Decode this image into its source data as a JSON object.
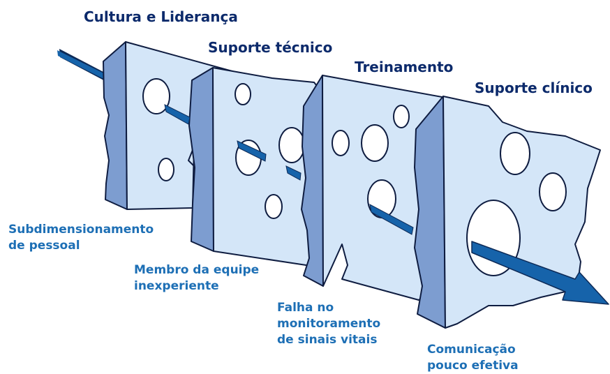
{
  "layers": [
    {
      "title": "Cultura e Liderança"
    },
    {
      "title": "Suporte técnico"
    },
    {
      "title": "Treinamento"
    },
    {
      "title": "Suporte clínico"
    }
  ],
  "failures": [
    {
      "lines": [
        "Subdimensionamento",
        "de pessoal"
      ]
    },
    {
      "lines": [
        "Membro da equipe",
        "inexperiente"
      ]
    },
    {
      "lines": [
        "Falha no",
        "monitoramento",
        "de sinais vitais"
      ]
    },
    {
      "lines": [
        "Comunicação",
        "pouco efetiva"
      ]
    }
  ],
  "colors": {
    "face": "#d4e6f8",
    "side": "#7d9dd0",
    "outline": "#0e1c40",
    "arrow": "#1663aa",
    "title_text": "#0c2a6b",
    "label_text": "#1d6fb5"
  },
  "icons": {
    "arrow": "hazard-trajectory-arrow"
  }
}
